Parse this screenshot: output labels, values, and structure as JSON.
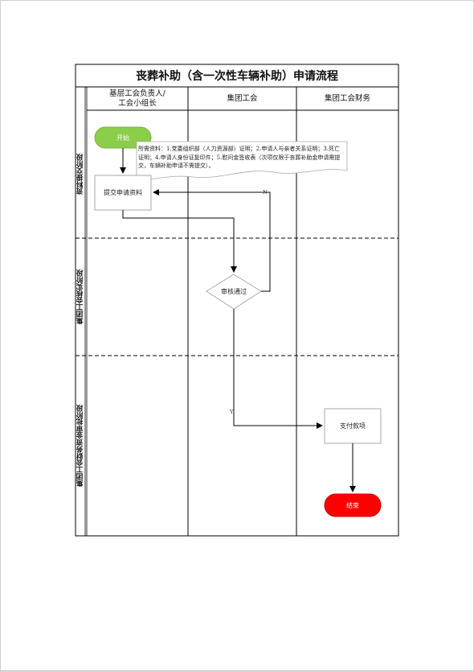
{
  "diagram": {
    "title": "丧葬补助（含一次性车辆补助）申请流程",
    "lanes": [
      {
        "label": "基层工会负责人/\n工会小组长"
      },
      {
        "label": "集团工会"
      },
      {
        "label": "集团工会财务"
      }
    ],
    "phases": [
      {
        "label": "资料提交阶段"
      },
      {
        "label": "集团工会核实阶段"
      },
      {
        "label": "集团工会财务资金审批阶段"
      }
    ],
    "nodes": {
      "start": "开始",
      "submit": "提交申请资料",
      "review": "审核通过",
      "pay": "支付款项",
      "end": "结束"
    },
    "note": "所需资料：1.党委组织部（人力资源部）证明；2.申请人与亲者关系证明；3.死亡证明；4.申请人身份证复印件；5.慰问金签收表（次项仅限于丧葬补助金申请需提交，车辆补助申请不需提交）。",
    "edge_labels": {
      "no": "N",
      "yes": "Y"
    },
    "colors": {
      "start_fill": "#8ccd4a",
      "end_fill": "#ff0000",
      "line": "#000000",
      "node_border": "#aaaaaa"
    }
  }
}
